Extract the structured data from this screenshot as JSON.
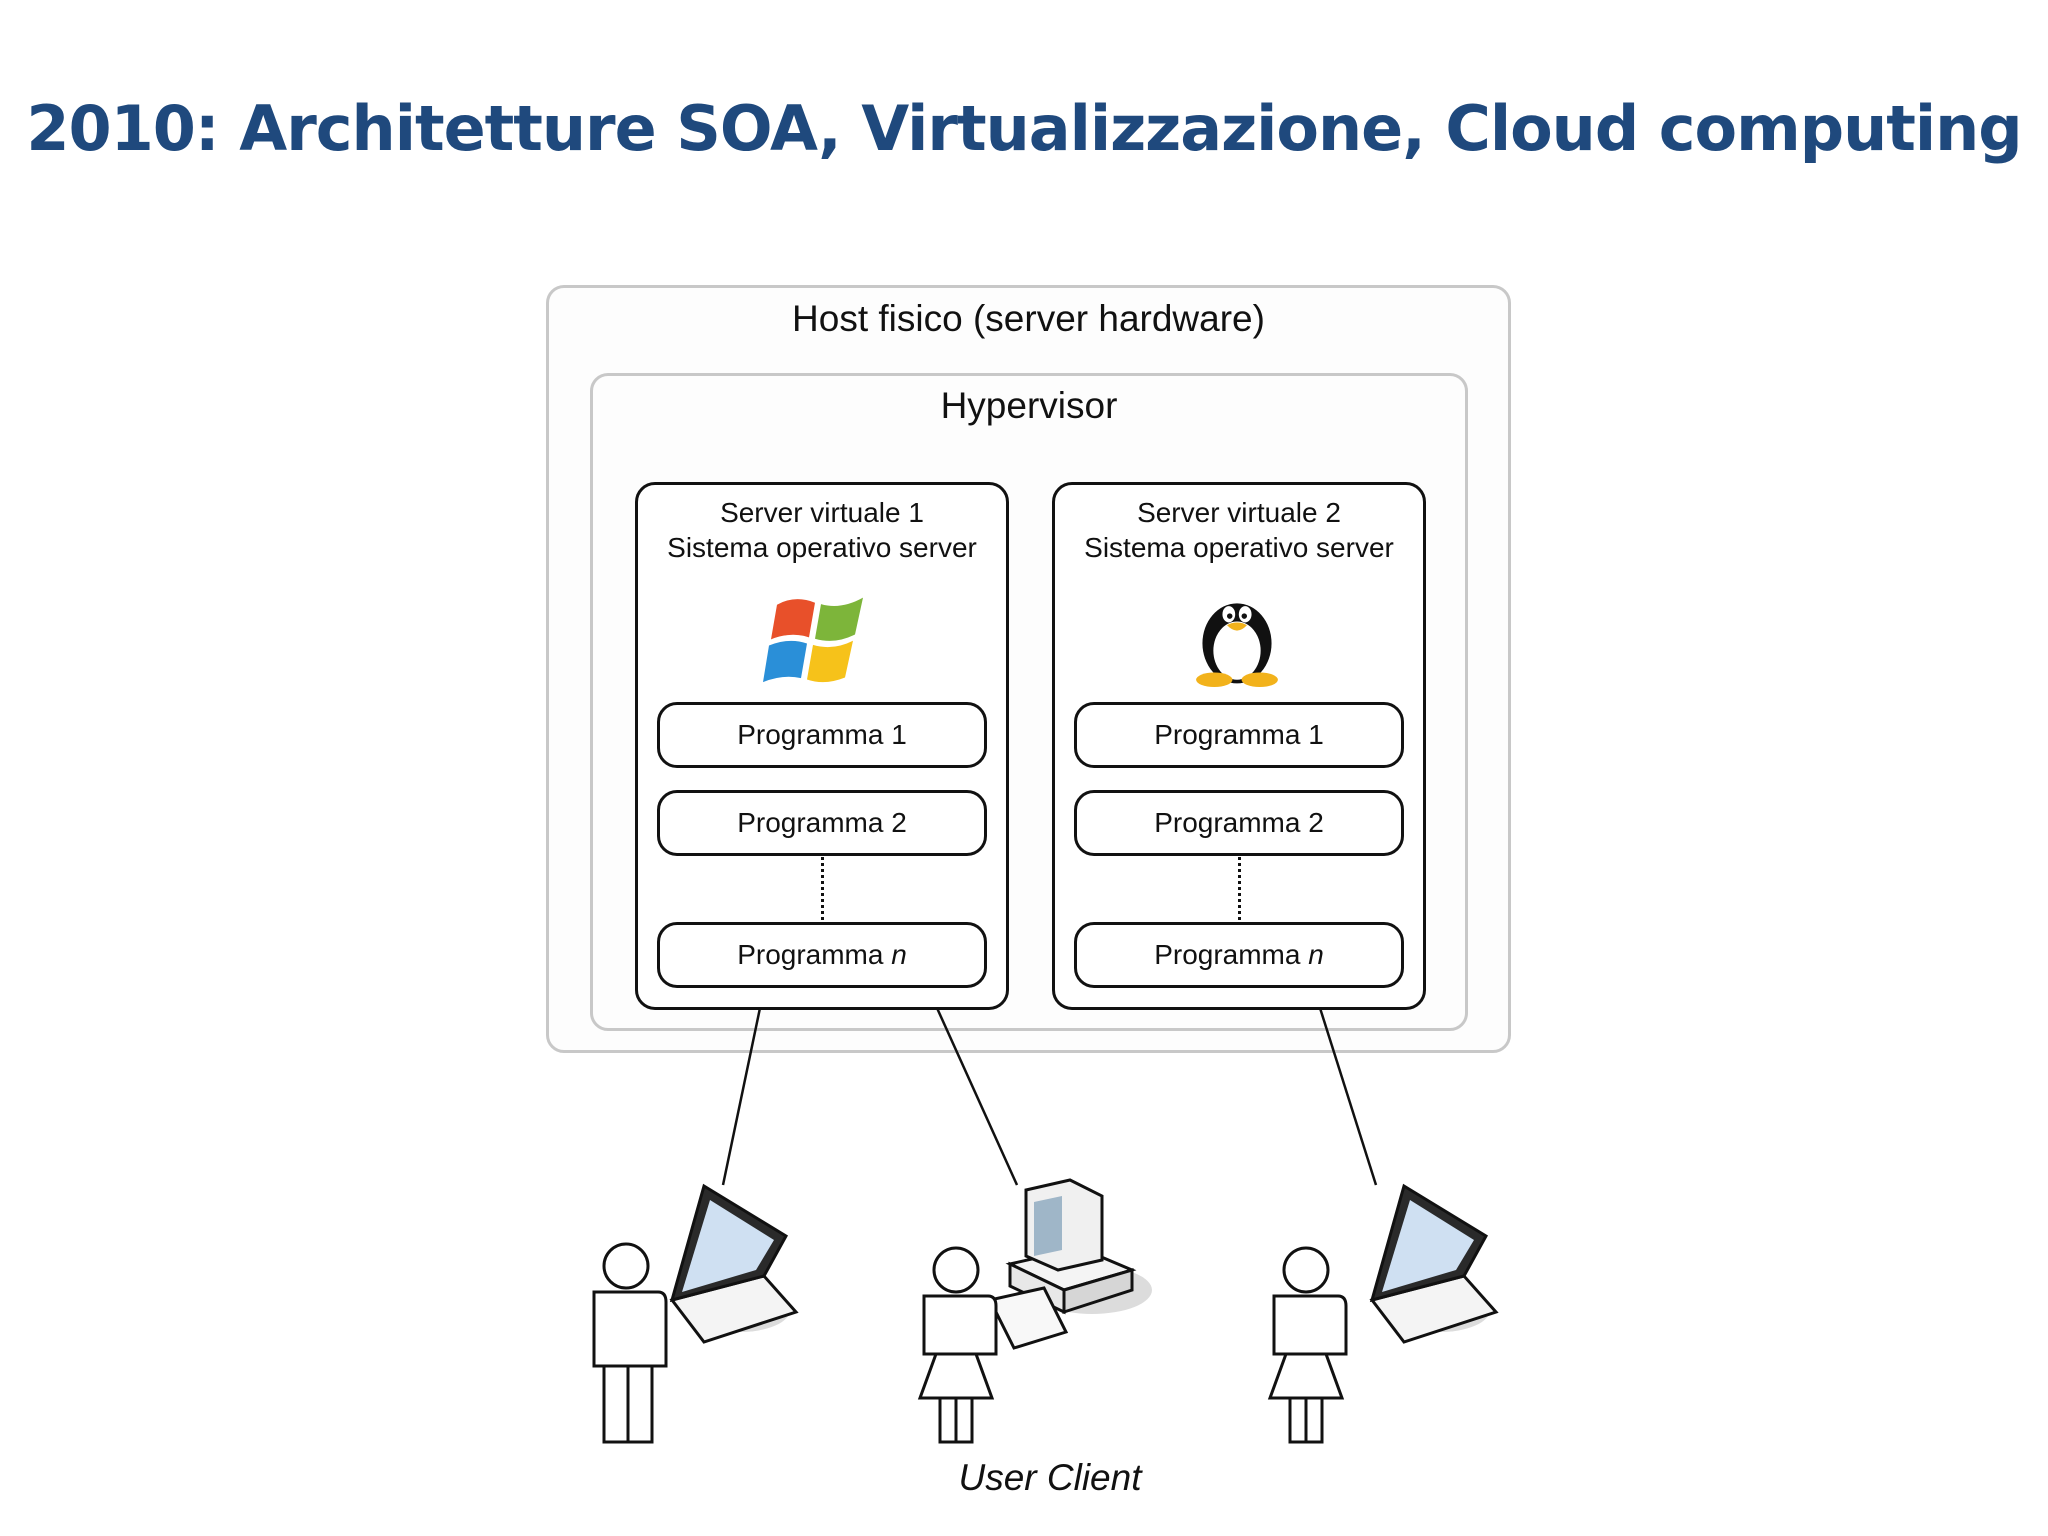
{
  "title": "2010: Architetture SOA, Virtualizzazione, Cloud computing",
  "host": {
    "label": "Host fisico (server hardware)"
  },
  "hypervisor": {
    "label": "Hypervisor"
  },
  "servers": [
    {
      "title": "Server virtuale 1",
      "subtitle": "Sistema operativo server",
      "os_icon": "windows-logo-icon",
      "programs": [
        "Programma 1",
        "Programma 2",
        "Programma"
      ],
      "last_program_suffix": "n"
    },
    {
      "title": "Server virtuale 2",
      "subtitle": "Sistema operativo server",
      "os_icon": "linux-tux-icon",
      "programs": [
        "Programma 1",
        "Programma 2",
        "Programma"
      ],
      "last_program_suffix": "n"
    }
  ],
  "clients": {
    "label": "User Client",
    "devices": [
      "laptop-icon",
      "desktop-computer-icon",
      "laptop-icon"
    ],
    "users": [
      "male-user-icon",
      "female-user-icon",
      "female-user-icon"
    ]
  }
}
